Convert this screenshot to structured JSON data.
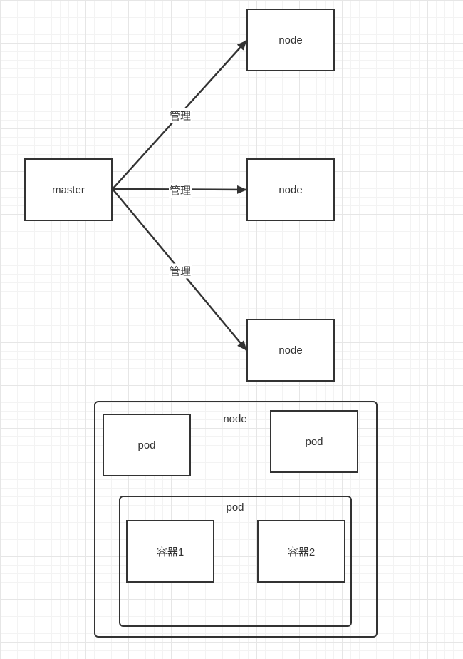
{
  "diagram": {
    "master": {
      "label": "master"
    },
    "nodes": [
      {
        "label": "node"
      },
      {
        "label": "node"
      },
      {
        "label": "node"
      }
    ],
    "edges": [
      {
        "label": "管理"
      },
      {
        "label": "管理"
      },
      {
        "label": "管理"
      }
    ],
    "node_detail": {
      "label": "node",
      "pods": [
        {
          "label": "pod"
        },
        {
          "label": "pod"
        }
      ],
      "inner_pod": {
        "label": "pod",
        "containers": [
          {
            "label": "容器1"
          },
          {
            "label": "容器2"
          }
        ]
      }
    }
  }
}
